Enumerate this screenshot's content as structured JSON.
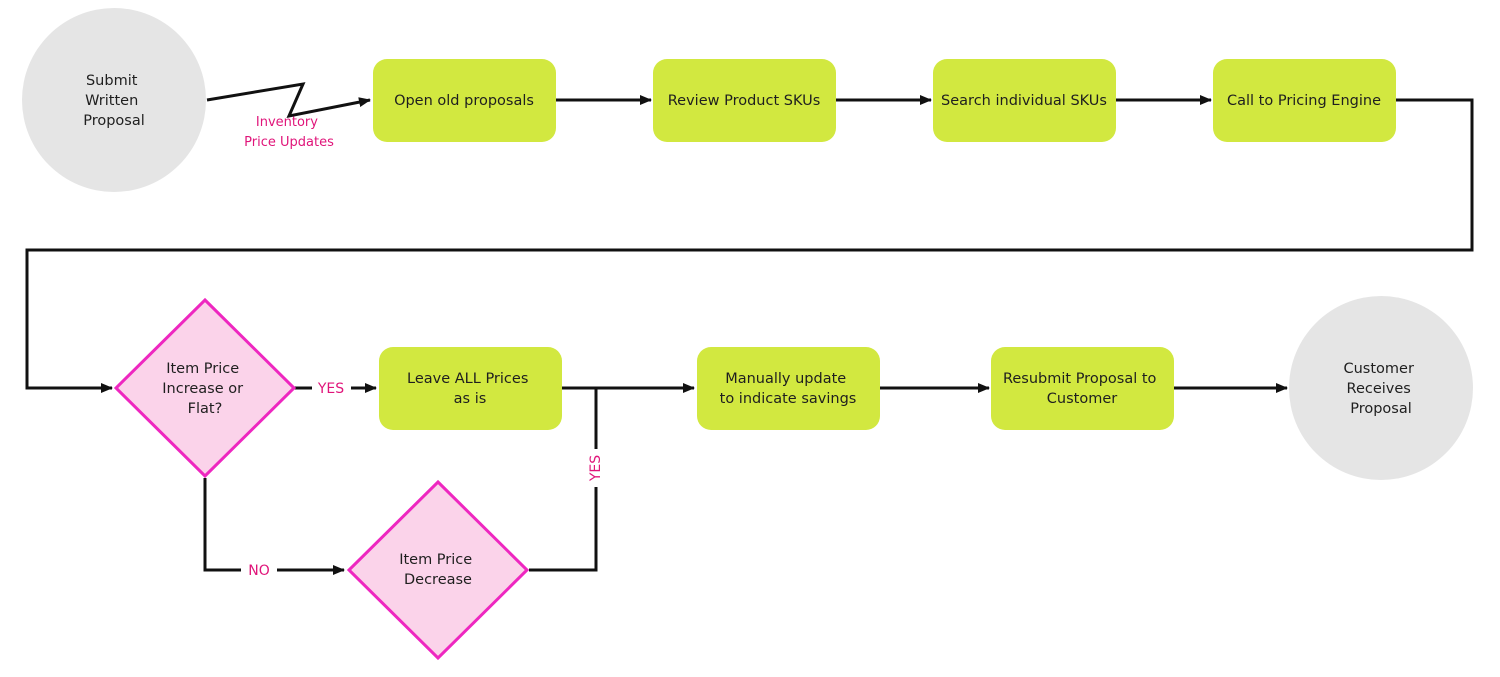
{
  "colors": {
    "process_fill": "#d2e840",
    "terminal_fill": "#e5e5e5",
    "decision_fill": "#fbd3ea",
    "decision_stroke": "#ee27c0",
    "connector": "#111111",
    "annotation": "#e0157a",
    "text": "#1f1f1f"
  },
  "nodes": {
    "start": {
      "lines": [
        "Submit",
        "Written",
        "Proposal"
      ]
    },
    "open_old": {
      "lines": [
        "Open old proposals"
      ]
    },
    "review_skus": {
      "lines": [
        "Review Product SKUs"
      ]
    },
    "search_skus": {
      "lines": [
        "Search individual SKUs"
      ]
    },
    "pricing_engine": {
      "lines": [
        "Call to Pricing Engine"
      ]
    },
    "decision_increase": {
      "lines": [
        "Item Price",
        "Increase or",
        "Flat?"
      ]
    },
    "leave_prices": {
      "lines": [
        "Leave ALL Prices",
        "as is"
      ]
    },
    "manual_update": {
      "lines": [
        "Manually update",
        "to indicate savings"
      ]
    },
    "resubmit": {
      "lines": [
        "Resubmit Proposal to",
        "Customer"
      ]
    },
    "end": {
      "lines": [
        "Customer",
        "Receives",
        "Proposal"
      ]
    },
    "decision_decrease": {
      "lines": [
        "Item Price",
        "Decrease"
      ]
    }
  },
  "labels": {
    "inventory": [
      "Inventory",
      "Price Updates"
    ],
    "yes_1": "YES",
    "yes_2": "YES",
    "no": "NO"
  }
}
